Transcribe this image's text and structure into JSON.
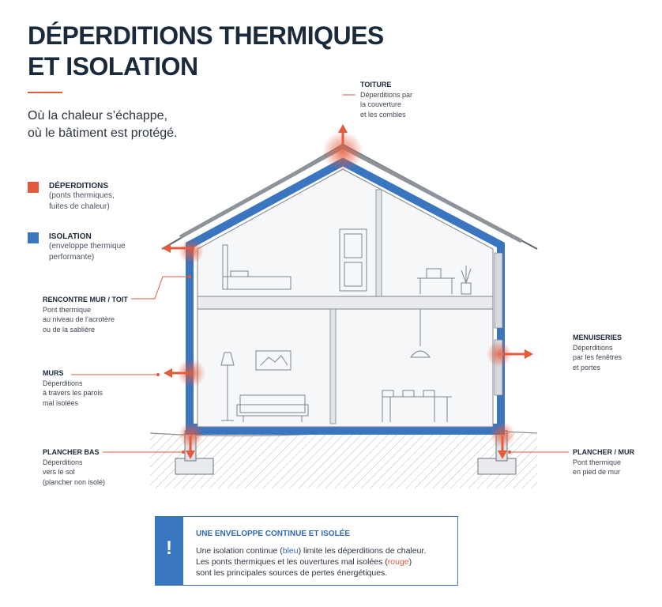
{
  "title_line1": "DÉPERDITIONS THERMIQUES",
  "title_line2": "ET ISOLATION",
  "subtitle_line1": "Où la chaleur s’échappe,",
  "subtitle_line2": "où le bâtiment est protégé.",
  "legend": {
    "loss": {
      "title": "DÉPERDITIONS",
      "desc1": "(ponts thermiques,",
      "desc2": "fuites de chaleur)",
      "color": "#e45a3c"
    },
    "insulation": {
      "title": "ISOLATION",
      "desc1": "(enveloppe thermique",
      "desc2": "performante)",
      "color": "#3a75c0"
    }
  },
  "labels": {
    "toiture": {
      "title": "TOITURE",
      "l1": "Déperditions par",
      "l2": "la couverture",
      "l3": "et les combles"
    },
    "rencontre": {
      "title": "RENCONTRE MUR / TOIT",
      "l1": "Pont thermique",
      "l2": "au niveau de l’acrotère",
      "l3": "ou de la sablière"
    },
    "murs": {
      "title": "MURS",
      "l1": "Déperditions",
      "l2": "à travers les parois",
      "l3": "mal isolées"
    },
    "plancher_bas": {
      "title": "PLANCHER BAS",
      "l1": "Déperditions",
      "l2": "vers le sol",
      "l3": "(plancher non isolé)"
    },
    "menuiseries": {
      "title": "MENUISERIES",
      "l1": "Déperditions",
      "l2": "par les fenêtres",
      "l3": "et portes"
    },
    "plancher_mur": {
      "title": "PLANCHER / MUR",
      "l1": "Pont thermique",
      "l2": "en pied de mur"
    }
  },
  "callout": {
    "icon": "!",
    "title": "UNE ENVELOPPE CONTINUE ET ISOLÉE",
    "b1_pre": "Une isolation continue (",
    "b1_blue": "bleu",
    "b1_post": ") limite les déperditions de chaleur.",
    "b2_pre": "Les ponts thermiques et les ouvertures mal isolées (",
    "b2_red": "rouge",
    "b2_post": ")",
    "b3": "sont les principales sources de pertes énergétiques."
  },
  "colors": {
    "loss": "#e45a3c",
    "insulation": "#3a75c0",
    "ink": "#1b2a3a"
  }
}
